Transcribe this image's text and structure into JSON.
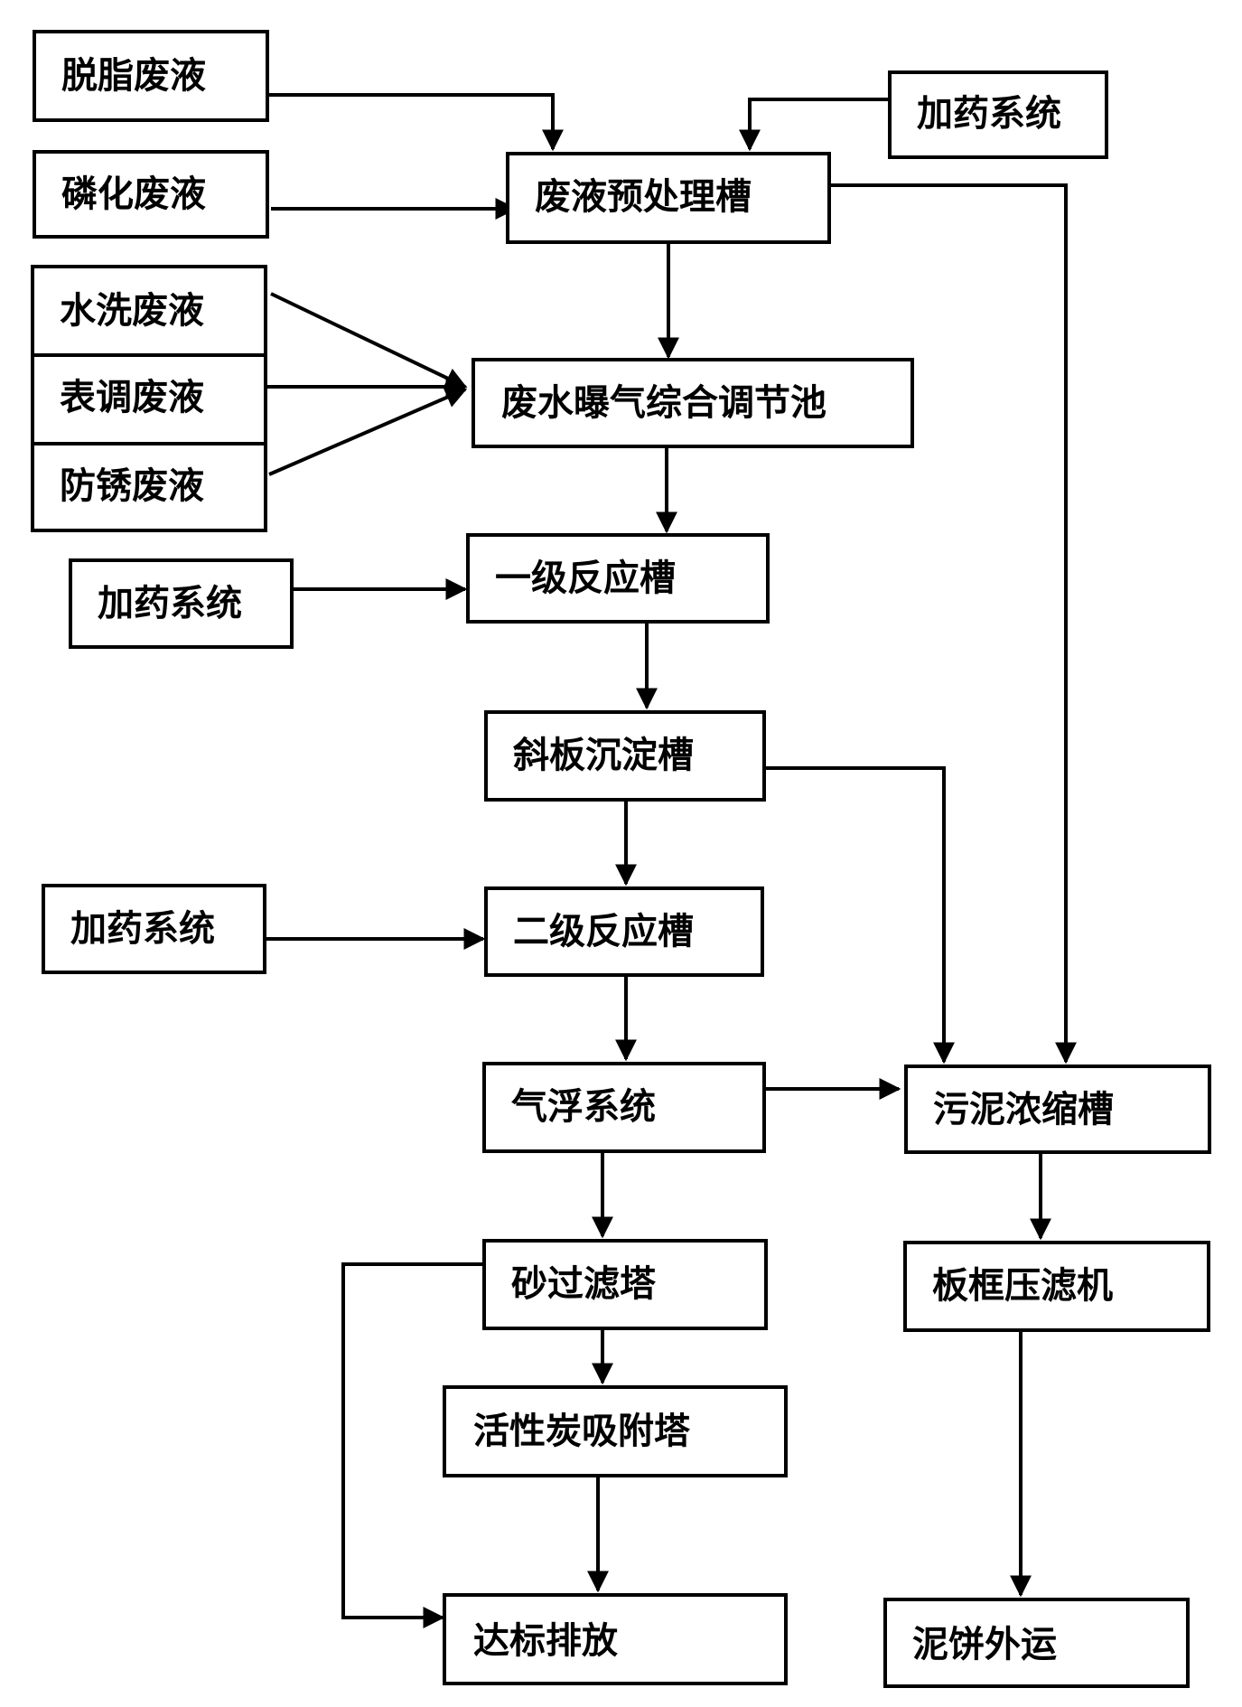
{
  "nodes": {
    "degreasing_waste": "脱脂废液",
    "phosphating_waste": "磷化废液",
    "dosing_system_top": "加药系统",
    "pretreatment_tank": "废液预处理槽",
    "rinse_waste": "水洗废液",
    "conditioning_waste": "表调废液",
    "antirust_waste": "防锈废液",
    "aeration_equalization_tank": "废水曝气综合调节池",
    "dosing_system_1": "加药系统",
    "primary_reaction_tank": "一级反应槽",
    "inclined_plate_settler": "斜板沉淀槽",
    "dosing_system_2": "加药系统",
    "secondary_reaction_tank": "二级反应槽",
    "air_flotation": "气浮系统",
    "sludge_thickener": "污泥浓缩槽",
    "sand_filter": "砂过滤塔",
    "filter_press": "板框压滤机",
    "activated_carbon_tower": "活性炭吸附塔",
    "compliant_discharge": "达标排放",
    "sludge_cake_transport": "泥饼外运"
  }
}
